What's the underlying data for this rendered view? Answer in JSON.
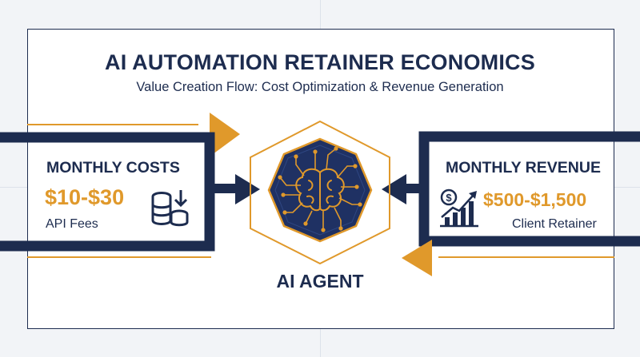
{
  "header": {
    "title": "AI AUTOMATION RETAINER ECONOMICS",
    "subtitle": "Value Creation Flow: Cost Optimization & Revenue Generation"
  },
  "costs": {
    "heading": "MONTHLY COSTS",
    "amount": "$10-$30",
    "caption": "API Fees",
    "icon": "coin-stack-down-arrow-icon"
  },
  "revenue": {
    "heading": "MONTHLY REVENUE",
    "amount": "$500-$1,500",
    "caption": "Client Retainer",
    "icon": "growth-chart-dollar-icon"
  },
  "agent": {
    "label": "AI AGENT",
    "icon": "brain-circuit-icon"
  },
  "colors": {
    "navy": "#1d2c4f",
    "gold": "#e0992b",
    "background": "#f2f4f7",
    "panel": "#ffffff"
  }
}
